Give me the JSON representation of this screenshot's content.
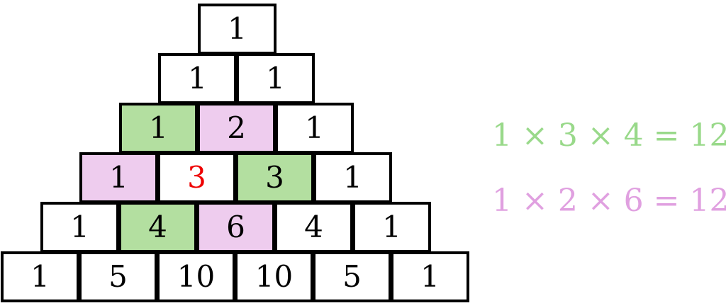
{
  "colors": {
    "green": "#b3dfa0",
    "pink": "#eeccee",
    "highlight_text": "#ee0000",
    "green_equation": "#99d98a",
    "pink_equation": "#e0a0e0"
  },
  "triangle": {
    "rows": [
      {
        "values": [
          "1"
        ],
        "fills": [
          "none"
        ]
      },
      {
        "values": [
          "1",
          "1"
        ],
        "fills": [
          "none",
          "none"
        ]
      },
      {
        "values": [
          "1",
          "2",
          "1"
        ],
        "fills": [
          "green",
          "pink",
          "none"
        ]
      },
      {
        "values": [
          "1",
          "3",
          "3",
          "1"
        ],
        "fills": [
          "pink",
          "none",
          "green",
          "none"
        ],
        "red_text_index": 1
      },
      {
        "values": [
          "1",
          "4",
          "6",
          "4",
          "1"
        ],
        "fills": [
          "none",
          "green",
          "pink",
          "none",
          "none"
        ]
      },
      {
        "values": [
          "1",
          "5",
          "10",
          "10",
          "5",
          "1"
        ],
        "fills": [
          "none",
          "none",
          "none",
          "none",
          "none",
          "none"
        ]
      }
    ]
  },
  "equations": {
    "green": "1 × 3 × 4 = 12",
    "pink": "1 × 2 × 6 = 12"
  }
}
